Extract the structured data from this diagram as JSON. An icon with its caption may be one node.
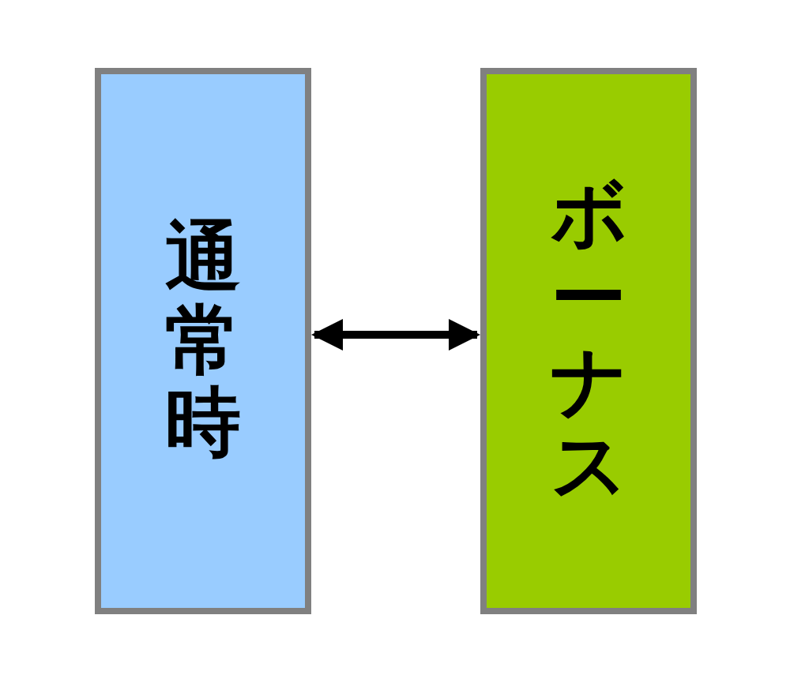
{
  "diagram": {
    "nodes": [
      {
        "text": [
          "通常時"
        ]
      },
      {
        "text": [
          "ボーナス"
        ]
      }
    ],
    "edges": [
      {
        "from": 0,
        "to": 1,
        "arrow": "both"
      }
    ]
  }
}
